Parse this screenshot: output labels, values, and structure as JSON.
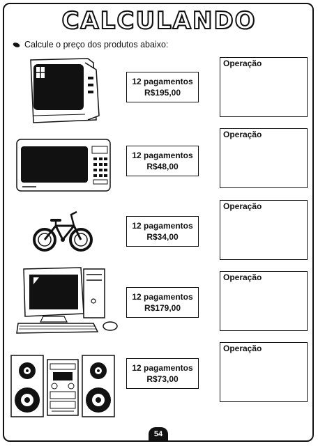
{
  "title": "CALCULANDO",
  "instruction": "Calcule o preço dos produtos abaixo:",
  "operation_label": "Operação",
  "items": [
    {
      "product": "tv-icon",
      "line1": "12 pagamentos",
      "line2": "R$195,00"
    },
    {
      "product": "microwave-icon",
      "line1": "12 pagamentos",
      "line2": "R$48,00"
    },
    {
      "product": "bicycle-icon",
      "line1": "12 pagamentos",
      "line2": "R$34,00"
    },
    {
      "product": "computer-icon",
      "line1": "12 pagamentos",
      "line2": "R$179,00"
    },
    {
      "product": "stereo-icon",
      "line1": "12 pagamentos",
      "line2": "R$73,00"
    }
  ],
  "page_number": "54"
}
